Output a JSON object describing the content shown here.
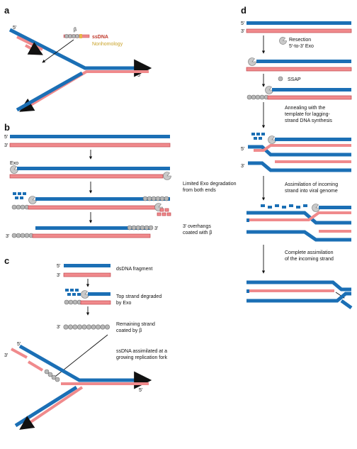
{
  "panels": {
    "a": {
      "letter": "a",
      "labels": {
        "ssdna": "ssDNA",
        "nonhomology": "Nonhomology",
        "beta": "β"
      },
      "ends": {
        "top_left": "5′",
        "right": "5′"
      }
    },
    "b": {
      "letter": "b",
      "ends": {
        "top_5": "5′",
        "top_3": "3′",
        "bottom_3_left": "3′",
        "bottom_3_right": "3′"
      },
      "labels": {
        "exo": "Exo",
        "limited_line1": "Limited Exo degradation",
        "limited_line2": "from both ends",
        "overhang_line1": "3′ overhangs",
        "overhang_line2": "coated with β"
      }
    },
    "c": {
      "letter": "c",
      "ends": {
        "top_5": "5′",
        "top_3": "3′",
        "coated_3": "3′",
        "fork_5": "5′",
        "fork_3": "3′",
        "fork_right_5": "5′"
      },
      "labels": {
        "dsdna": "dsDNA fragment",
        "degraded_line1": "Top strand degraded",
        "degraded_line2": "by Exo",
        "coated_line1": "Remaining strand",
        "coated_line2": "coated by β",
        "assim_line1": "ssDNA assimilated at a",
        "assim_line2": "growing replication fork"
      }
    },
    "d": {
      "letter": "d",
      "ends": {
        "top_5": "5′",
        "top_3": "3′",
        "anneal_5": "5′",
        "anneal_3": "3′"
      },
      "labels": {
        "resection_line1": "Resection",
        "resection_line2": "5′-to-3′ Exo",
        "ssap": "SSAP",
        "anneal_line1": "Annealing with the",
        "anneal_line2": "template for lagging-",
        "anneal_line3": "strand DNA synthesis",
        "assim_line1": "Assimilation of incoming",
        "assim_line2": "strand into viral genome",
        "complete_line1": "Complete assimilation",
        "complete_line2": "of the incoming strand"
      }
    }
  }
}
